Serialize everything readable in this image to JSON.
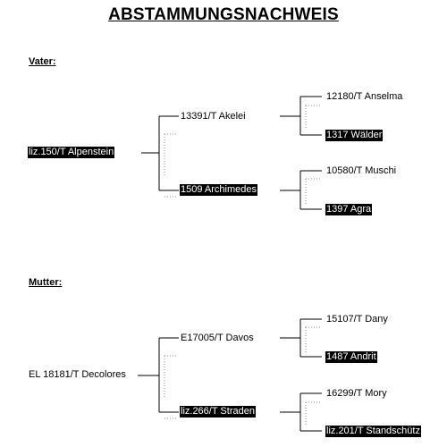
{
  "title": "ABSTAMMUNGSNACHWEIS",
  "vater": {
    "heading": "Vater:",
    "self": "liz.150/T Alpenstein",
    "father": "13391/T Akelei",
    "father_father": "12180/T Anselma",
    "father_mother": "1317 Wälder",
    "mother": "1509 Archimedes",
    "mother_father": "10580/T Muschi",
    "mother_mother": "1397 Agra"
  },
  "mutter": {
    "heading": "Mutter:",
    "self": "EL 18181/T Decolores",
    "father": "E17005/T Davos",
    "father_father": "15107/T Dany",
    "father_mother": "1487 Andrit",
    "mother": "liz.266/T Straden",
    "mother_father": "16299/T Mory",
    "mother_mother": "liz.201/T Standschütz"
  },
  "colors": {
    "highlight_bg": "#000000",
    "highlight_text": "#ffffff",
    "line": "#000000",
    "dotted": "#888888"
  }
}
